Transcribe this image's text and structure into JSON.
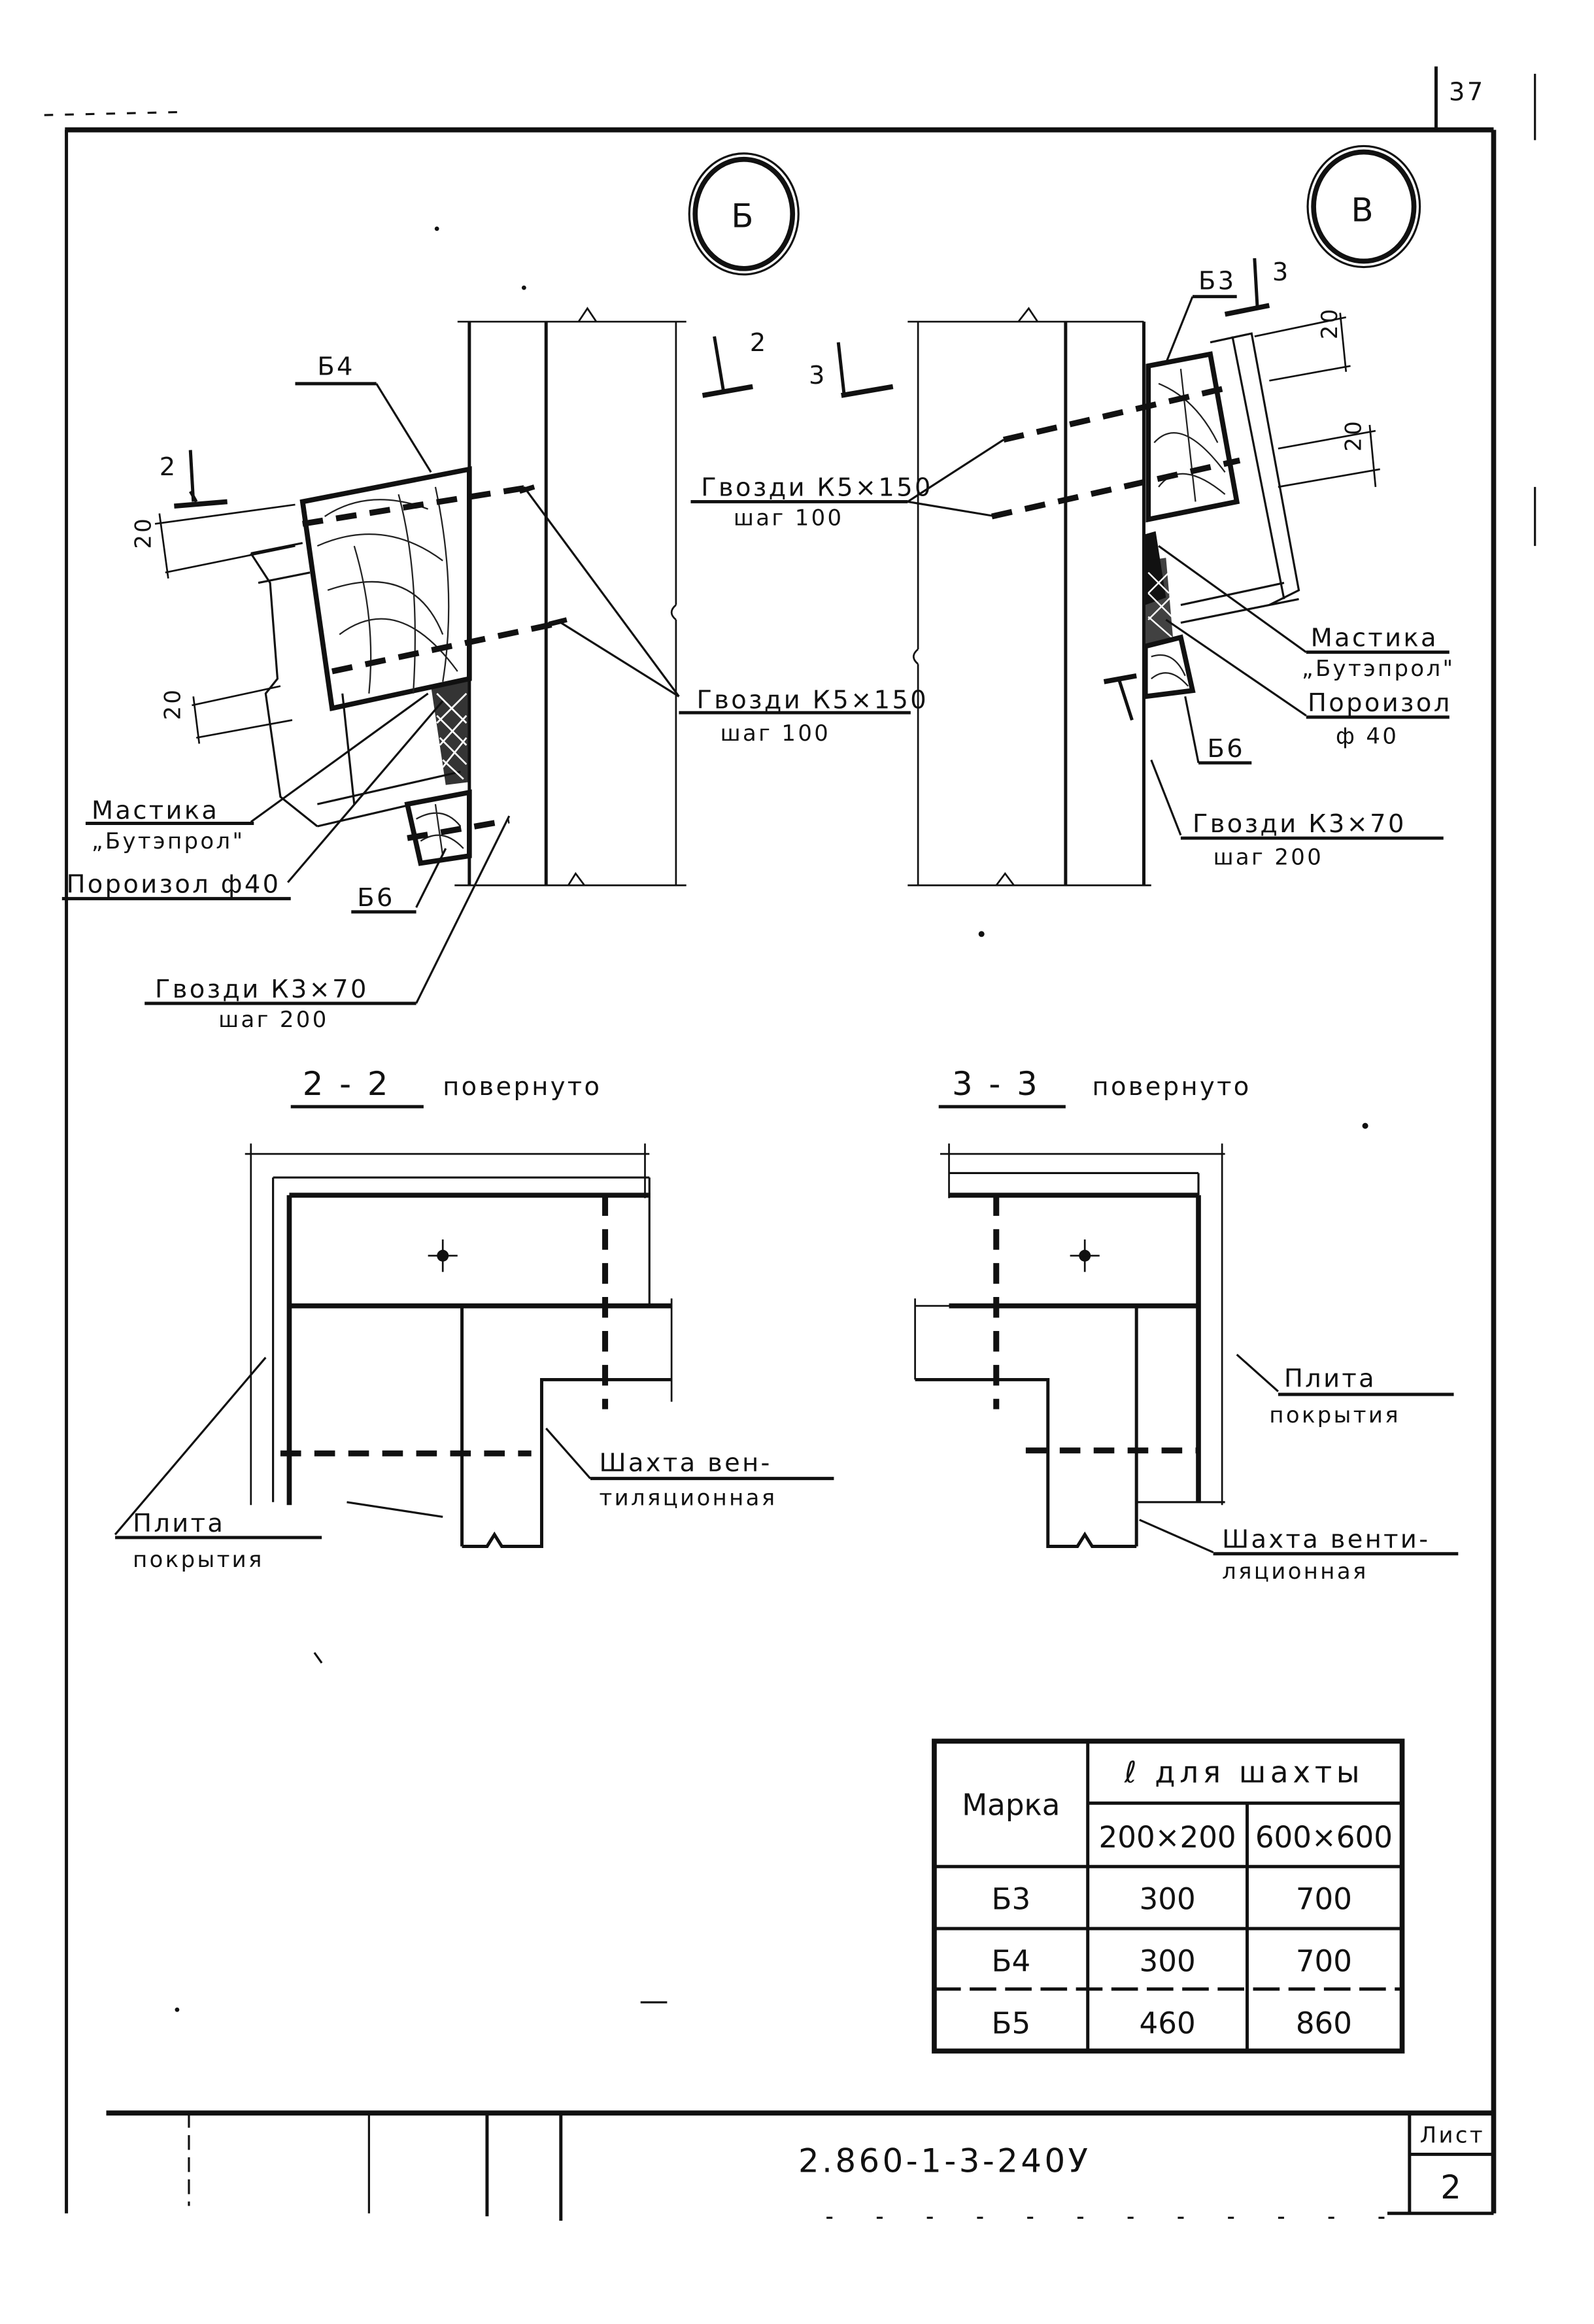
{
  "sheet": {
    "page_number": "37",
    "document_code": "2.860-1-3-240У",
    "sheet_label": "Лист",
    "sheet_number": "2"
  },
  "detail_b": {
    "marker": "Б",
    "section_cut_left": "2",
    "section_cut_right": "2",
    "part_main": "Б4",
    "part_small": "Б6",
    "dim_top": "20",
    "dim_bottom": "20",
    "mastic_line1": "Мастика",
    "mastic_line2": "„Бутэпрол\"",
    "porizol": "Порoизол ф40",
    "nails_k3_line1": "Гвозди К3×70",
    "nails_k3_line2": "шаг 200",
    "nails_k5_line1": "Гвозди К5×150",
    "nails_k5_line2": "шаг 100"
  },
  "detail_v": {
    "marker": "В",
    "section_cut_left": "3",
    "section_cut_right": "3",
    "part_main": "Б3",
    "part_small": "Б6",
    "dim_top": "20",
    "dim_bottom": "20",
    "nails_k5_line1": "Гвозди К5×150",
    "nails_k5_line2": "шаг 100",
    "mastic_line1": "Мастика",
    "mastic_line2": "„Бутэпрол\"",
    "porizol_line1": "Порoизол",
    "porizol_line2": "ф 40",
    "nails_k3_line1": "Гвозди К3×70",
    "nails_k3_line2": "шаг 200"
  },
  "section_2_2": {
    "number": "2 - 2",
    "caption": "повернуто",
    "slab_line1": "Плита",
    "slab_line2": "покрытия",
    "shaft_line1": "Шахта вен-",
    "shaft_line2": "тиляционная"
  },
  "section_3_3": {
    "number": "3 - 3",
    "caption": "повернуто",
    "slab_line1": "Плита",
    "slab_line2": "покрытия",
    "shaft_line1": "Шахта венти-",
    "shaft_line2": "ляционная"
  },
  "spec_table": {
    "header_mark": "Марка",
    "header_group": "ℓ для шахты",
    "subheaders": [
      "200×200",
      "600×600"
    ],
    "rows": [
      {
        "mark": "Б3",
        "v200": "300",
        "v600": "700"
      },
      {
        "mark": "Б4",
        "v200": "300",
        "v600": "700"
      },
      {
        "mark": "Б5",
        "v200": "460",
        "v600": "860"
      }
    ]
  }
}
